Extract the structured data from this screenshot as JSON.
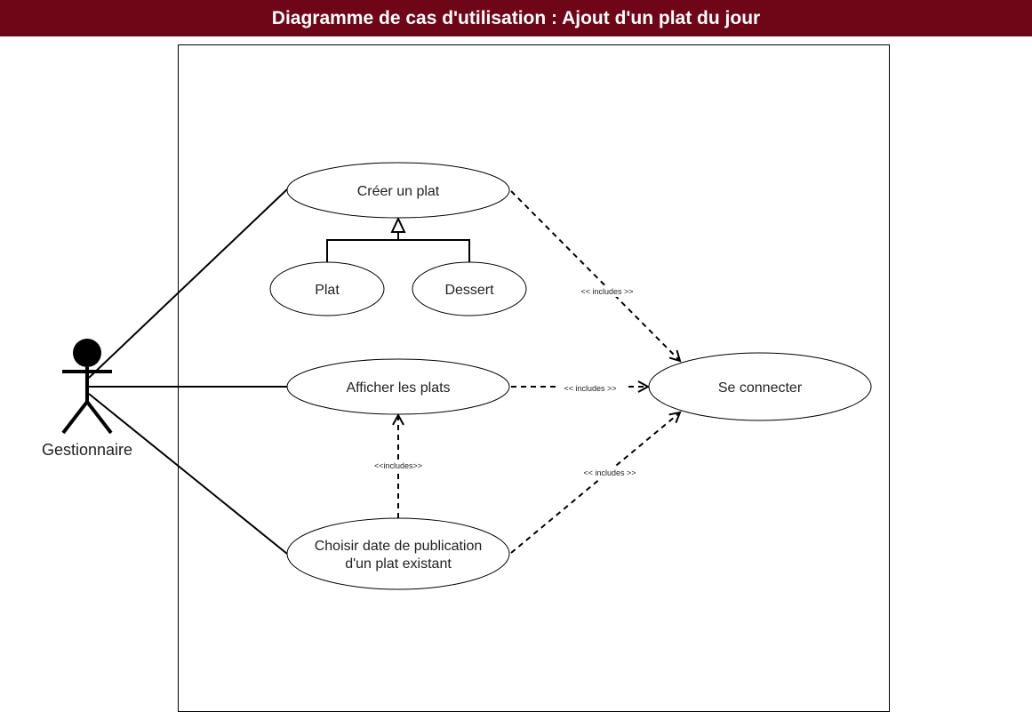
{
  "title": "Diagramme de cas d'utilisation : Ajout d'un plat du jour",
  "colors": {
    "title_background": "#6e0617",
    "title_text": "#ffffff",
    "stroke": "#000000"
  },
  "actor": {
    "name": "Gestionnaire"
  },
  "use_cases": {
    "creer_plat": "Créer un plat",
    "plat": "Plat",
    "dessert": "Dessert",
    "afficher_plats": "Afficher les plats",
    "se_connecter": "Se connecter",
    "choisir_date_line1": "Choisir date de publication",
    "choisir_date_line2": "d'un plat existant"
  },
  "relations": {
    "include_creer": "<< includes >>",
    "include_afficher": "<< includes >>",
    "include_choisir": "<< includes >>",
    "include_choisir_afficher": "<<includes>>"
  }
}
